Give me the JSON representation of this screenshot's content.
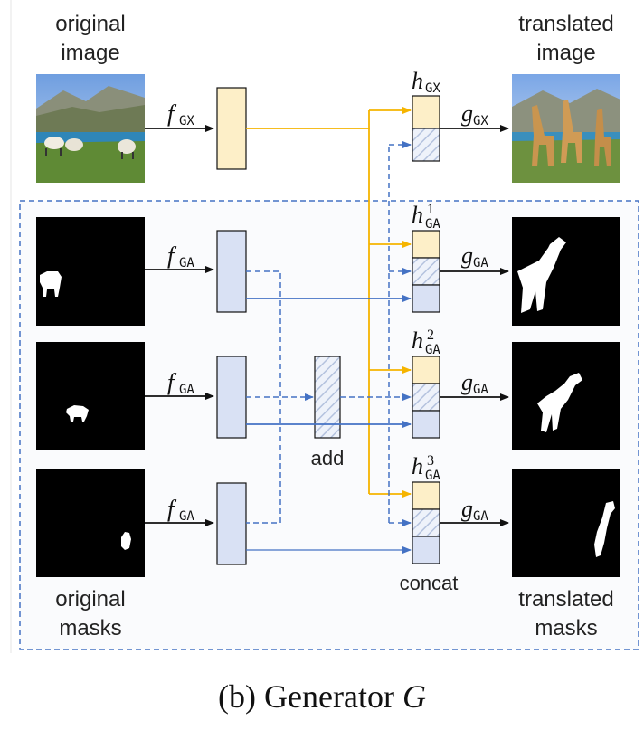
{
  "labels": {
    "original_image": [
      "original",
      "image"
    ],
    "translated_image": [
      "translated",
      "image"
    ],
    "original_masks": [
      "original",
      "masks"
    ],
    "translated_masks": [
      "translated",
      "masks"
    ],
    "add": "add",
    "concat": "concat",
    "caption_prefix": "(b) Generator ",
    "caption_symbol": "G"
  },
  "math": {
    "f": "f",
    "g": "g",
    "h": "h",
    "sub_gx": "GX",
    "sub_ga": "GA",
    "sup_1": "1",
    "sup_2": "2",
    "sup_3": "3"
  },
  "colors": {
    "yellow_fill": "#fdefc8",
    "yellow_line": "#f5b400",
    "blue_fill": "#d9e1f4",
    "blue_line": "#4472c4",
    "hatch_fill": "#eef2fa",
    "dashed_box": "#4472c4"
  },
  "images": {
    "original_image": "landscape with sheep",
    "translated_image": "landscape with giraffes",
    "mask_icons": [
      "sheep",
      "sheep",
      "sheep",
      "giraffe",
      "giraffe",
      "giraffe"
    ]
  }
}
